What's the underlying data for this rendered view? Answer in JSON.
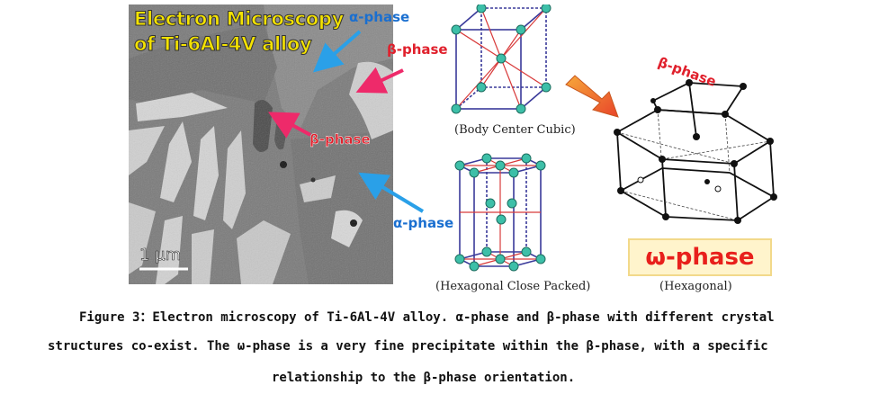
{
  "micrograph": {
    "title_line1": "Electron Microscopy",
    "title_line2": "of Ti-6Al-4V alloy",
    "scale_label": "1 µm"
  },
  "labels": {
    "alpha_top": "α-phase",
    "beta_top": "β-phase",
    "beta_mid": "β-phase",
    "alpha_bottom": "α-phase",
    "beta_omega": "β-phase"
  },
  "structures": {
    "bcc_caption": "(Body Center Cubic)",
    "hcp_caption": "(Hexagonal Close Packed)",
    "omega_label": "ω-phase",
    "omega_caption": "(Hexagonal)"
  },
  "caption": {
    "line1": "Figure 3：Electron microscopy of Ti-6Al-4V alloy. α-phase and β-phase with different crystal",
    "line2": "structures co-exist. The ω-phase is a very fine precipitate within the β-phase, with a specific",
    "line3": "relationship to the β-phase orientation."
  },
  "colors": {
    "title_yellow": "#f5e300",
    "alpha_blue": "#1a6fd0",
    "beta_red": "#e0202c",
    "omega_red": "#e8201c",
    "atom_teal": "#3dbfa8"
  }
}
